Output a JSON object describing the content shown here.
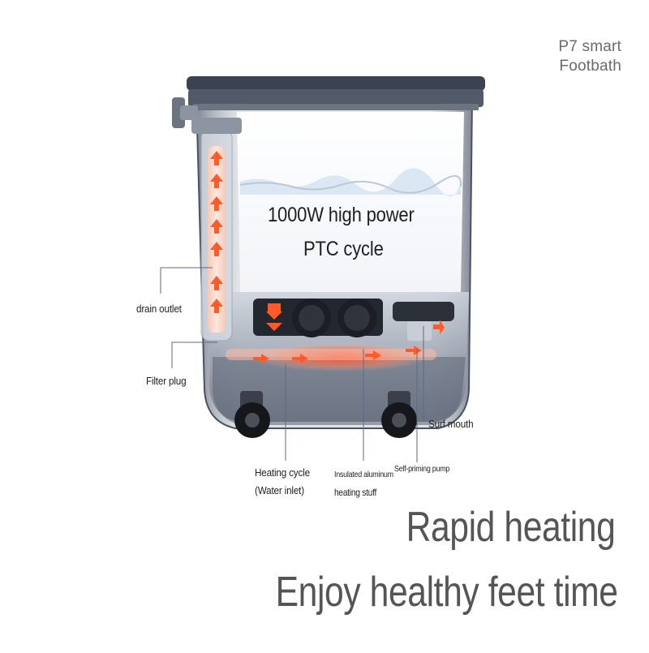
{
  "brand": {
    "line1": "P7 smart",
    "line2": "Footbath"
  },
  "center_text": {
    "line1": "1000W high power",
    "line2": "PTC cycle"
  },
  "callouts": {
    "drain_outlet": "drain outlet",
    "filter_plug": "Filter plug",
    "surf_mouth": "Surf mouth",
    "heating_cycle_line1": "Heating cycle",
    "heating_cycle_line2": "(Water inlet)",
    "insulated_line1": "Insulated aluminum",
    "insulated_line2": "heating stuff",
    "self_priming_pump": "Self-priming pump"
  },
  "headline": {
    "line1": "Rapid heating",
    "line2": "Enjoy healthy feet time"
  },
  "colors": {
    "arrow": "#ff5a2a",
    "body": "#7f8796",
    "lid": "#3c4250",
    "text": "#2b2b2b",
    "headline": "#555555"
  }
}
